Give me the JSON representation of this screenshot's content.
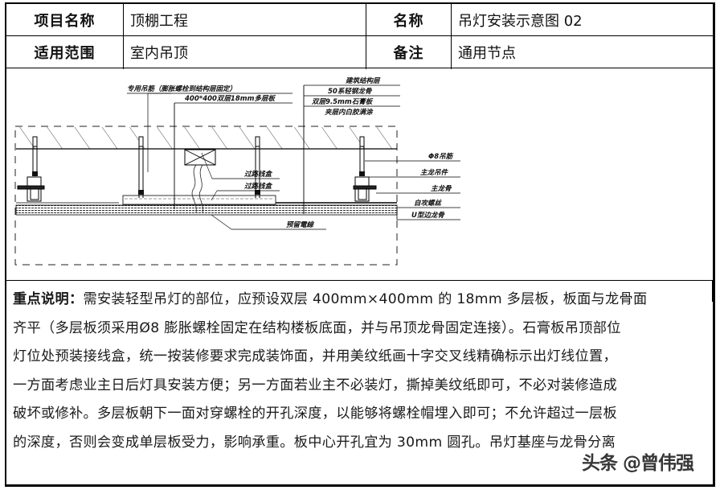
{
  "header": {
    "row1": {
      "label1": "项目名称",
      "value1": "顶棚工程",
      "label2": "名称",
      "value2": "吊灯安装示意图 02"
    },
    "row2": {
      "label1": "适用范围",
      "value1": "室内吊顶",
      "label2": "备注",
      "value2": "通用节点"
    }
  },
  "drawing": {
    "labels": {
      "special_hanger": "专用吊筋（膨胀螺栓到结构层固定）",
      "multilayer_board": "400*400双层18mm多层板",
      "building_structure": "建筑结构层",
      "light_steel_keel": "50系轻钢龙骨",
      "gypsum_board": "双层9.5mm石膏板",
      "paint": "夹层内白胶满涂",
      "rod": "Φ8吊筋",
      "main_keel_hanger": "主龙吊件",
      "main_keel": "主龙骨",
      "self_tapping_screw": "自攻螺丝",
      "u_keel": "U型边龙骨",
      "junction_box_1": "过路线盒",
      "junction_box_2": "过路线盒",
      "reserved_wire": "预留電線"
    }
  },
  "notes": {
    "lead": "重点说明：",
    "lines": [
      "需安装轻型吊灯的部位，应预设双层 400mm×400mm 的 18mm 多层板，板面与龙骨面",
      "齐平（多层板须采用Ø8 膨胀螺栓固定在结构楼板底面，并与吊顶龙骨固定连接）。石膏板吊顶部位",
      "灯位处预装接线盒，统一按装修要求完成装饰面，并用美纹纸画十字交叉线精确标示出灯线位置，",
      "一方面考虑业主日后灯具安装方便；另一方面若业主不必装灯，撕掉美纹纸即可，不必对装修造成",
      "破坏或修补。多层板朝下一面对穿螺栓的开孔深度，以能够将螺栓帽埋入即可；不允许超过一层板",
      "的深度，否则会变成单层板受力，影响承重。板中心开孔宜为 30mm 圆孔。吊灯基座与龙骨分离"
    ]
  },
  "watermark": "头条 @曾伟强"
}
